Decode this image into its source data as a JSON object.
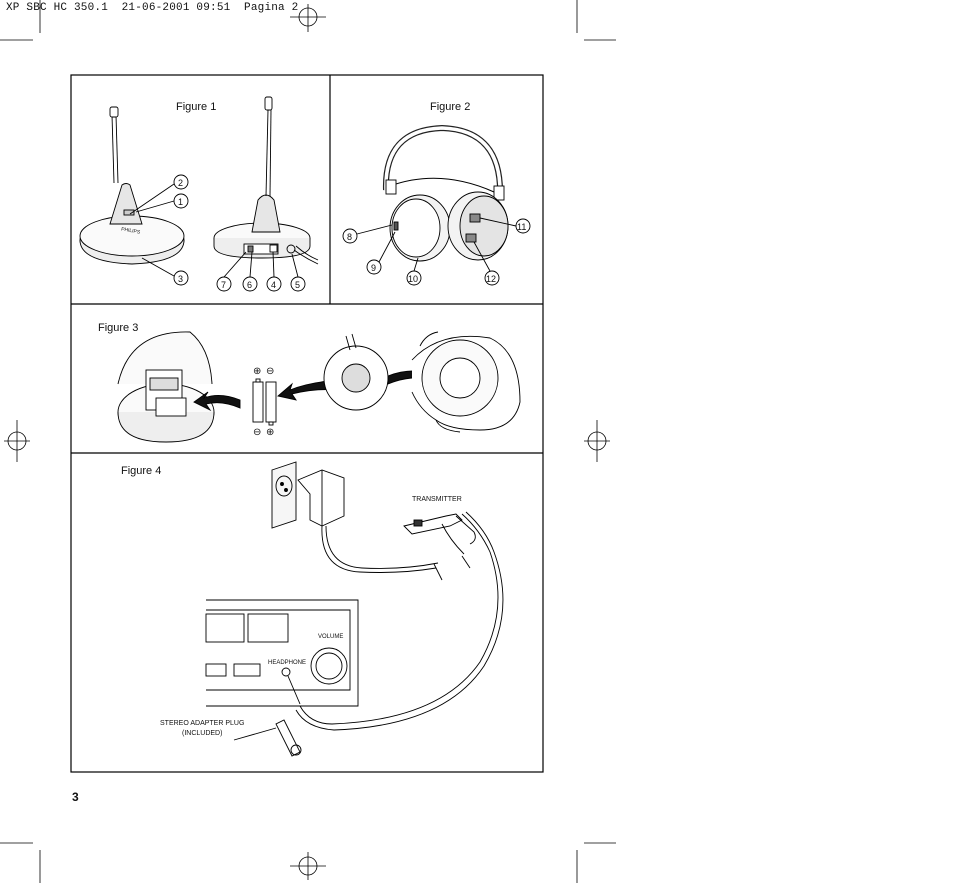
{
  "header": {
    "text": "XP SBC HC 350.1  21-06-2001 09:51  Pagina 2"
  },
  "page_number": "3",
  "figures": {
    "fig1": {
      "title": "Figure 1",
      "brand": "PHILIPS",
      "callouts": [
        "1",
        "2",
        "3",
        "4",
        "5",
        "6",
        "7"
      ]
    },
    "fig2": {
      "title": "Figure 2",
      "callouts": [
        "8",
        "9",
        "10",
        "11",
        "12"
      ]
    },
    "fig3": {
      "title": "Figure 3",
      "battery_symbols": [
        "⊕",
        "⊖",
        "⊖",
        "⊕"
      ]
    },
    "fig4": {
      "title": "Figure 4",
      "transmitter_label": "TRANSMITTER",
      "volume_label": "VOLUME",
      "headphone_label": "HEADPHONE",
      "adapter_label_line1": "STEREO ADAPTER PLUG",
      "adapter_label_line2": "(INCLUDED)"
    }
  }
}
